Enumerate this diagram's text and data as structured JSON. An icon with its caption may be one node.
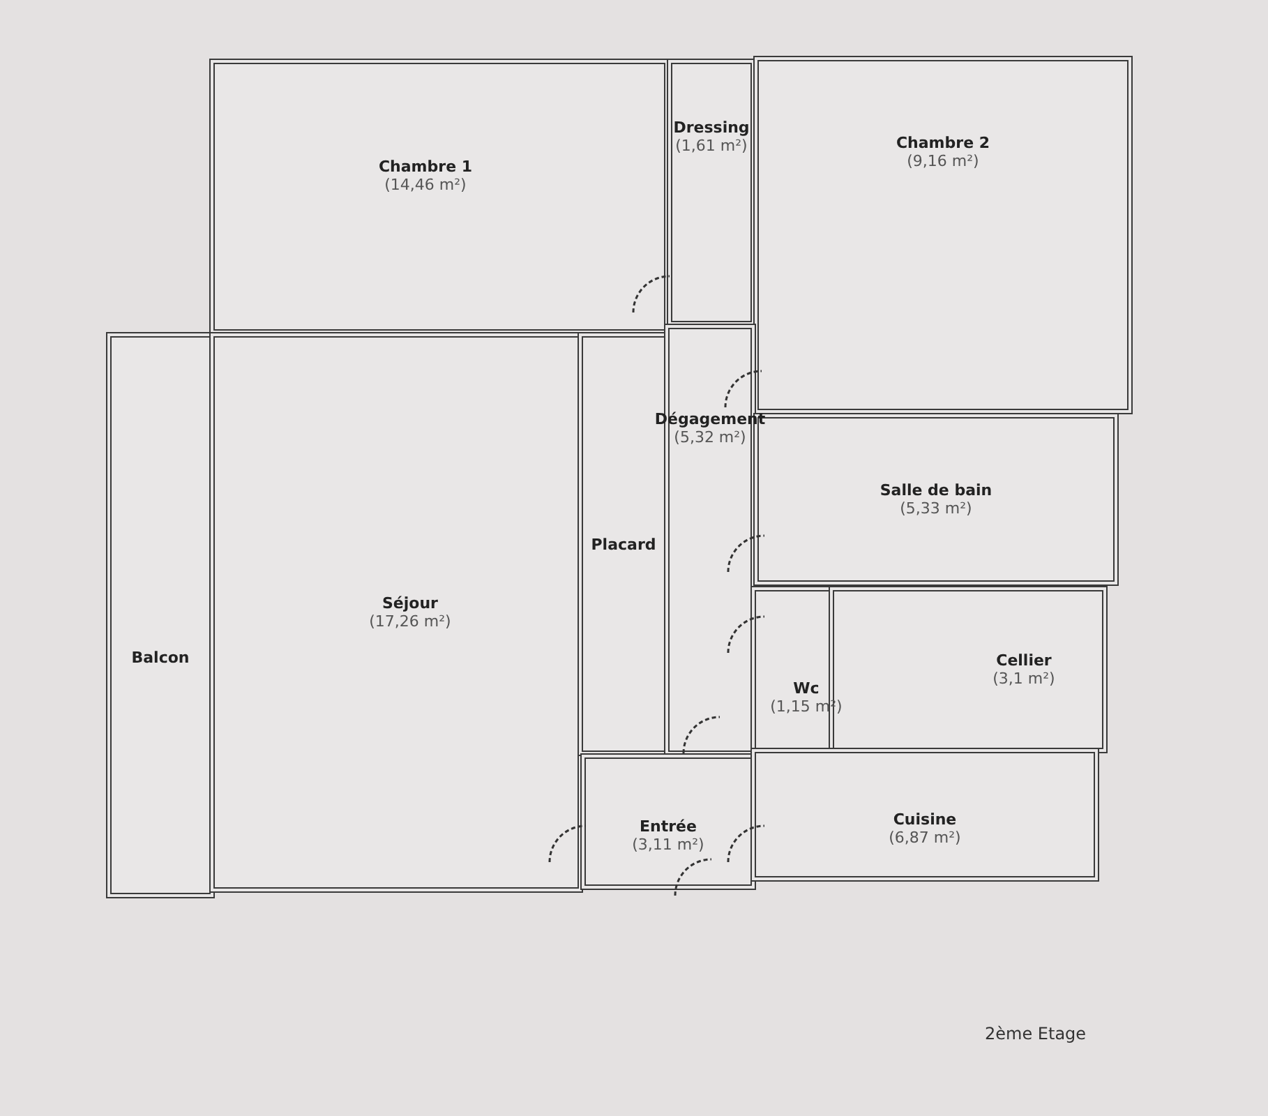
{
  "diagram": {
    "nodes": [
      {
        "text": [
          "Chambre 1",
          "(14,46 m²)"
        ]
      },
      {
        "text": [
          "Dressing",
          "(1,61 m²)"
        ]
      },
      {
        "text": [
          "Chambre 2",
          "(9,16 m²)"
        ]
      },
      {
        "text": [
          "Balcon"
        ]
      },
      {
        "text": [
          "Séjour",
          "(17,26 m²)"
        ]
      },
      {
        "text": [
          "Placard"
        ]
      },
      {
        "text": [
          "Dégagement",
          "(5,32 m²)"
        ]
      },
      {
        "text": [
          "Salle de bain",
          "(5,33 m²)"
        ]
      },
      {
        "text": [
          "Wc",
          "(1,15 m²)"
        ]
      },
      {
        "text": [
          "Cellier",
          "(3,1 m²)"
        ]
      },
      {
        "text": [
          "Entrée",
          "(3,11 m²)"
        ]
      },
      {
        "text": [
          "Cuisine",
          "(6,87 m²)"
        ]
      }
    ],
    "edges": [],
    "labels": [
      "2ème Etage"
    ]
  }
}
